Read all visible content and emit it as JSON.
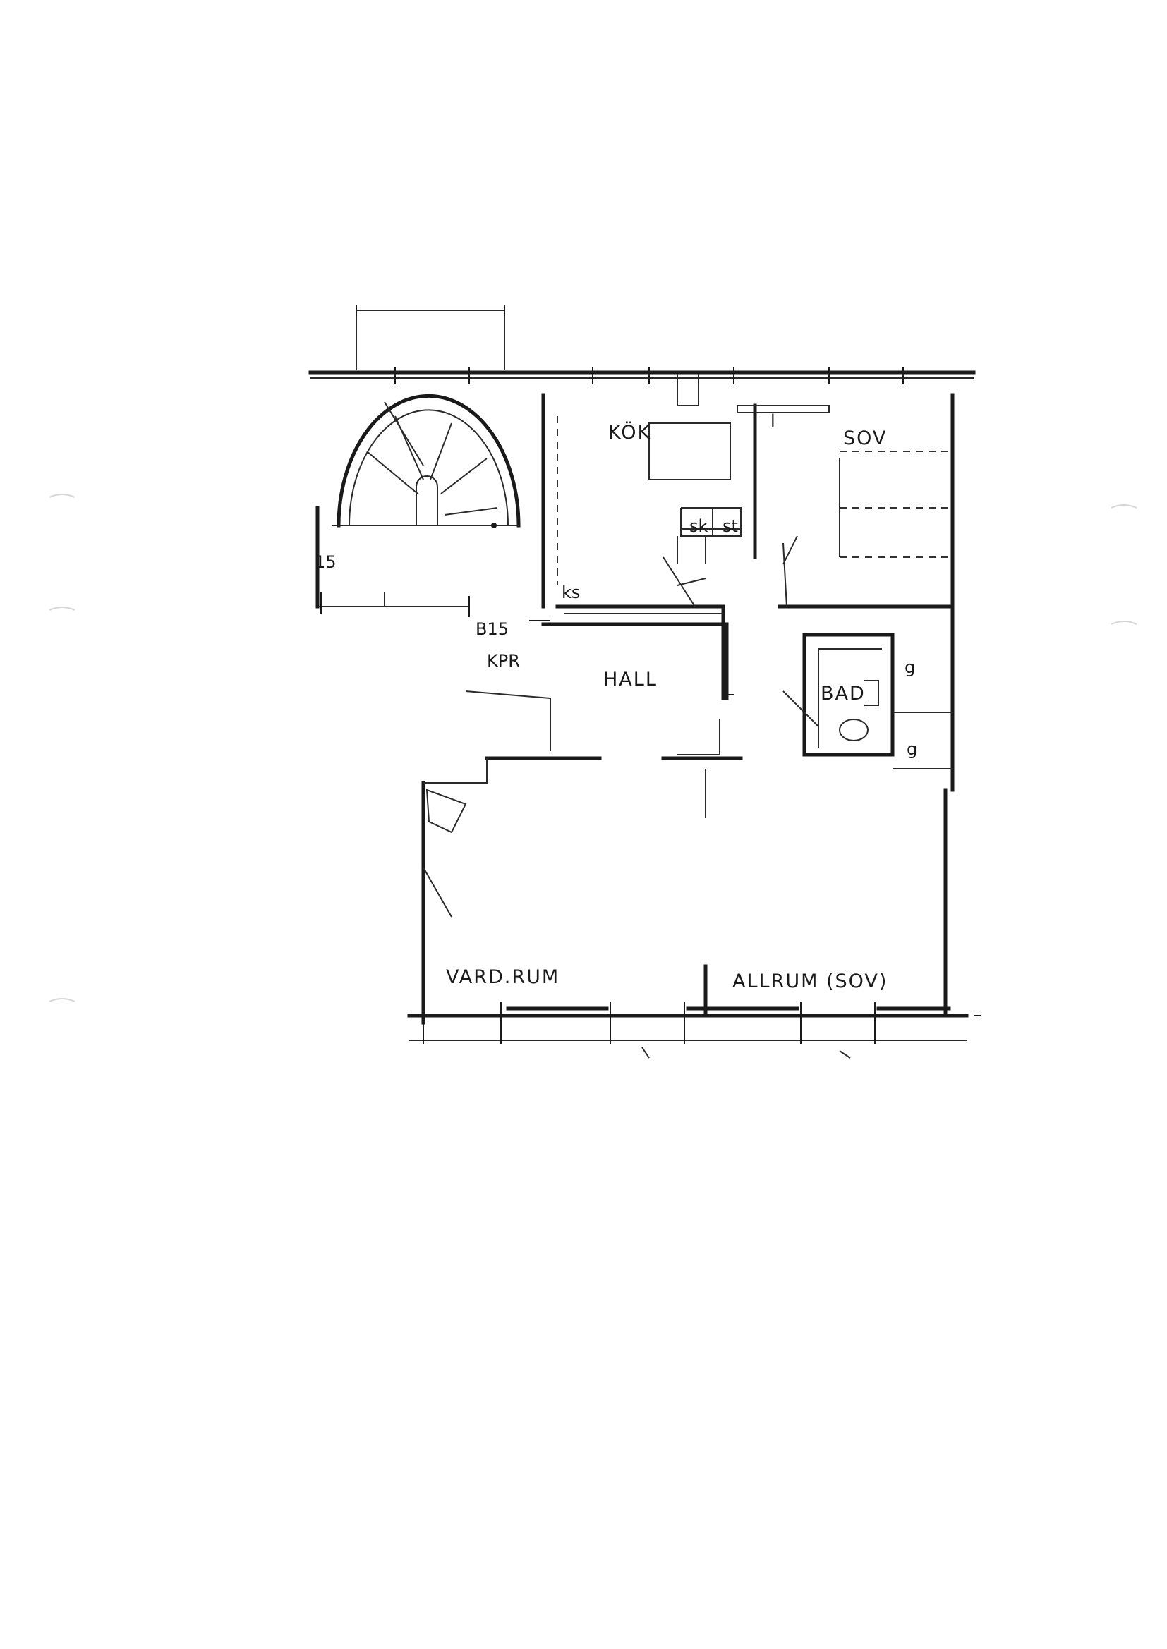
{
  "rooms": {
    "kitchen": "KÖK",
    "bedroom": "SOV",
    "hall": "HALL",
    "bathroom": "BAD",
    "living_room": "VARD.RUM",
    "family_room": "ALLRUM (SOV)",
    "wardrobe": "KPR"
  },
  "fixtures": {
    "cabinet": "sk",
    "stove": "st",
    "fridge": "ks",
    "closet_a": "g",
    "closet_b": "g",
    "small_l": "l"
  },
  "dimensions": {
    "stair_width": "15",
    "door_note": "B15"
  }
}
